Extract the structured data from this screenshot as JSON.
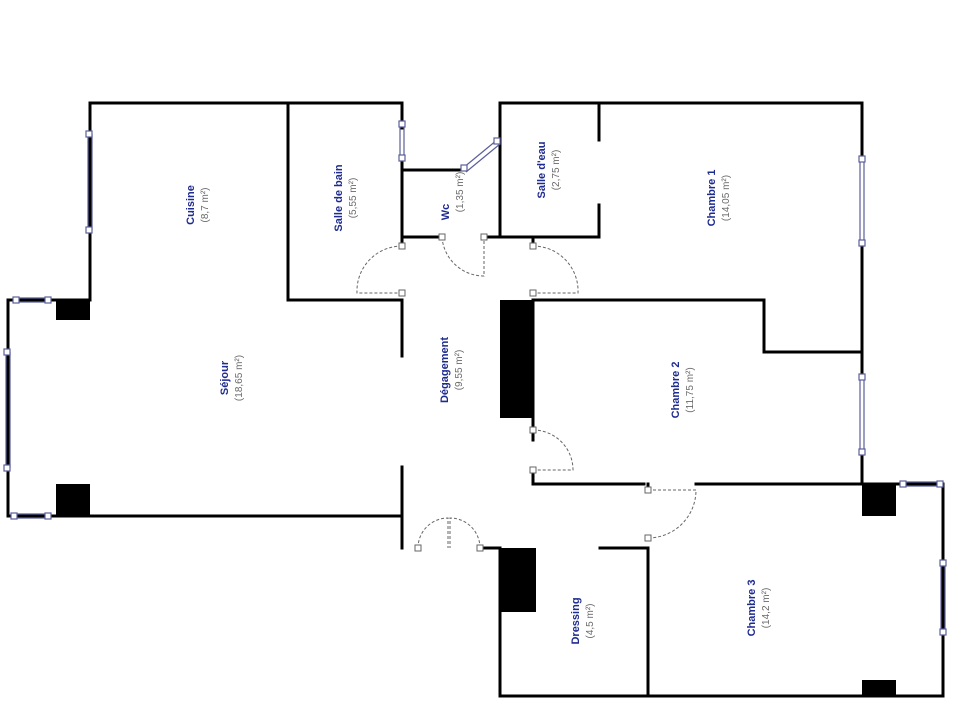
{
  "colors": {
    "wall": "#000000",
    "window": "#5a5f9a",
    "label_name": "#1f2c8f",
    "label_area": "#6a6a6a",
    "door": "#666666",
    "background": "#ffffff"
  },
  "rooms": [
    {
      "key": "cuisine",
      "name": "Cuisine",
      "area": "(8,7 m²)"
    },
    {
      "key": "salle-de-bain",
      "name": "Salle de bain",
      "area": "(5,55 m²)"
    },
    {
      "key": "wc",
      "name": "Wc",
      "area": "(1,35 m²)"
    },
    {
      "key": "salle-deau",
      "name": "Salle d'eau",
      "area": "(2,75 m²)"
    },
    {
      "key": "chambre-1",
      "name": "Chambre 1",
      "area": "(14,05 m²)"
    },
    {
      "key": "sejour",
      "name": "Séjour",
      "area": "(18,65 m²)"
    },
    {
      "key": "degagement",
      "name": "Dégagement",
      "area": "(9,55 m²)"
    },
    {
      "key": "chambre-2",
      "name": "Chambre 2",
      "area": "(11,75 m²)"
    },
    {
      "key": "chambre-3",
      "name": "Chambre 3",
      "area": "(14,2 m²)"
    },
    {
      "key": "dressing",
      "name": "Dressing",
      "area": "(4,5 m²)"
    }
  ]
}
